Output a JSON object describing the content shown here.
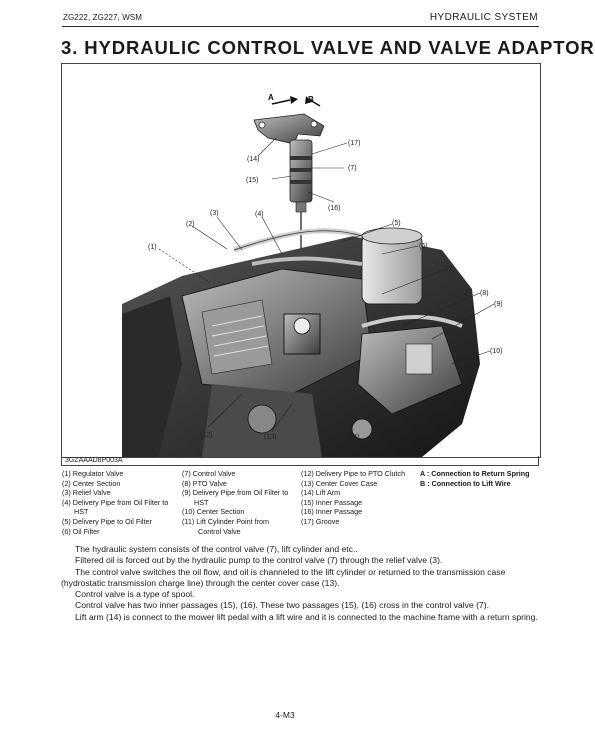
{
  "header": {
    "models": "ZG222, ZG227, WSM",
    "section": "HYDRAULIC SYSTEM"
  },
  "title": "3. HYDRAULIC CONTROL VALVE AND VALVE ADAPTOR",
  "figure": {
    "code": "3GZAAAD8P003A",
    "callouts": [
      "A",
      "B",
      "(1)",
      "(2)",
      "(3)",
      "(4)",
      "(5)",
      "(6)",
      "(7)",
      "(7)",
      "(8)",
      "(9)",
      "(10)",
      "(12)",
      "(13)",
      "(14)",
      "(14)",
      "(15)",
      "(16)",
      "(17)"
    ]
  },
  "legend": {
    "col1": [
      "(1) Regulator Valve",
      "(2) Center Section",
      "(3) Relief Valve",
      "(4) Delivery Pipe from Oil Filter to",
      "HST",
      "(5) Delivery Pipe to Oil Filter",
      "(6) Oil Filter"
    ],
    "col2": [
      "(7) Control Valve",
      "(8) PTO Valve",
      "(9) Delivery Pipe from Oil Filter to",
      "HST",
      "(10) Center Section",
      "(11) Lift Cylinder Point from",
      "Control Valve"
    ],
    "col3": [
      "(12) Delivery Pipe to PTO Clutch",
      "(13) Center Cover Case",
      "(14) Lift Arm",
      "(15) Inner Passage",
      "(16) Inner Passage",
      "(17) Groove"
    ],
    "col4": [
      "A : Connection to Return Spring",
      "B : Connection to Lift Wire"
    ]
  },
  "body": [
    "The hydraulic system consists of the control valve (7), lift cylinder and etc..",
    "Filtered oil is forced out by the hydraulic pump to the control valve (7) through the relief valve (3).",
    "The control valve switches the oil flow, and oil is channeled to the lift cylinder or returned to the transmission case (hydrostatic transmission charge line) through the center cover case (13).",
    "Control valve is a type of spool.",
    "Control valve has two inner passages (15), (16).  These two passages (15), (16) cross in the control valve (7).",
    "Lift arm (14) is connect to the mower lift pedal with a lift wire and it is connected to the machine frame with a return spring."
  ],
  "page_number": "4-M3"
}
